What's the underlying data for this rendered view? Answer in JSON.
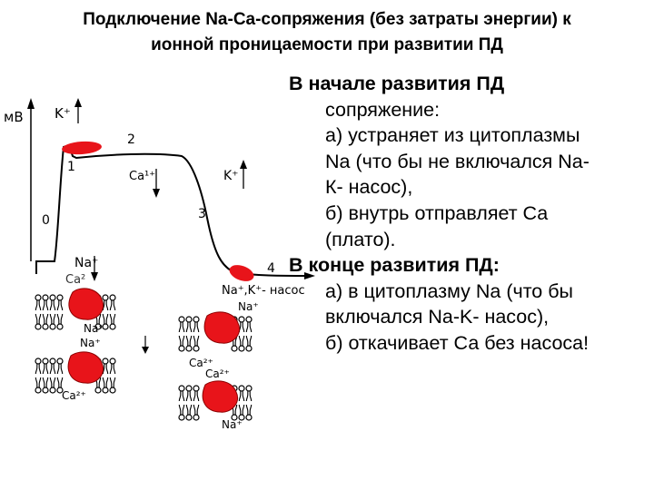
{
  "title": {
    "line1": "Подключение Na-Ca-сопряжения (без затраты энергии) к",
    "line2": "ионной проницаемости при развитии ПД"
  },
  "content": {
    "start_heading": "В начале развития ПД",
    "start_heading2": "сопряжение:",
    "start_a1": "а) устраняет из цитоплазмы",
    "start_a2": "Na (что бы не включался Na-",
    "start_a3": "К- насос),",
    "start_b1": "б) внутрь отправляет Са",
    "start_b2": "(плато).",
    "end_heading": "В конце развития ПД:",
    "end_a1": "а) в цитоплазму Na (что бы",
    "end_a2": "включался Na-K- насос),",
    "end_b1": "б) откачивает Са без насоса!"
  },
  "diagram": {
    "y_unit": "мВ",
    "k_top": "K⁺",
    "ca_ion": "Ca¹⁺",
    "k_right": "K⁺",
    "phase_0": "0",
    "phase_1": "1",
    "phase_2": "2",
    "phase_3": "3",
    "phase_4": "4",
    "na_pump": "Na⁺,K⁺- насос",
    "na_in": "Na⁺",
    "ca_left": "Ca²",
    "mem_na1": "Na⁺",
    "mem_na2": "Na⁺",
    "mem_ca_bottom": "Ca²⁺",
    "mid_na_top": "Na⁺",
    "mid_ca1": "Ca²⁺",
    "mid_ca2": "Ca²⁺",
    "mid_na_bottom": "Na⁺",
    "curve_color": "#000000",
    "highlight_color": "#e8141a",
    "protein_color": "#e8141a"
  }
}
